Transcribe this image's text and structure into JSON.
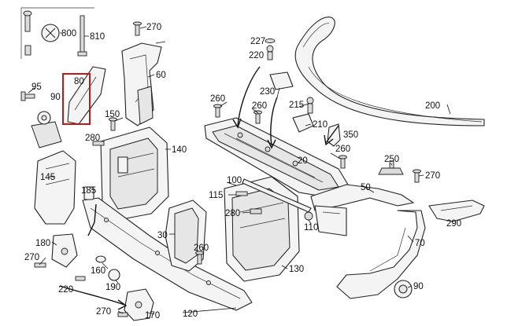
{
  "labels": {
    "p800": "800",
    "p810": "810",
    "p270a": "270",
    "p60": "60",
    "p80": "80",
    "p95": "95",
    "p90a": "90",
    "p150": "150",
    "p280a": "280",
    "p140": "140",
    "p145": "145",
    "p185": "185",
    "p260a": "260",
    "p227": "227",
    "p220a": "220",
    "p230": "230",
    "p260b": "260",
    "p215": "215",
    "p210": "210",
    "p350": "350",
    "p260c": "260",
    "p20": "20",
    "p200": "200",
    "p100": "100",
    "p115": "115",
    "p280b": "280",
    "p250": "250",
    "p50": "50",
    "p270b": "270",
    "p290": "290",
    "p110": "110",
    "p30": "30",
    "p260d": "260",
    "p130": "130",
    "p70": "70",
    "p90b": "90",
    "p180": "180",
    "p270c": "270",
    "p160": "160",
    "p220b": "220",
    "p190": "190",
    "p270d": "270",
    "p170": "170",
    "p120": "120"
  }
}
